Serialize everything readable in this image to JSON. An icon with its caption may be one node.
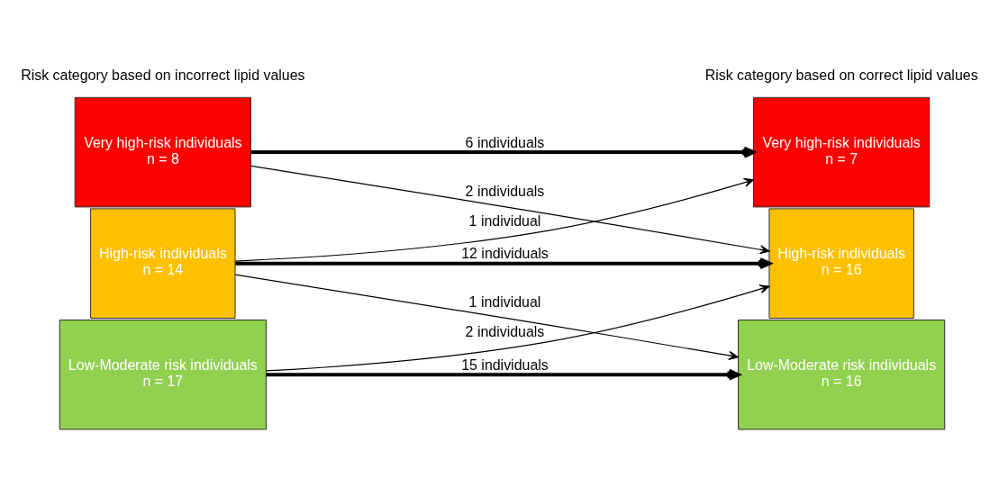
{
  "diagram": {
    "nodes": [
      {
        "text": [
          "Very high-risk individuals",
          "n = 8"
        ]
      },
      {
        "text": [
          "High-risk individuals",
          "n = 14"
        ]
      },
      {
        "text": [
          "Low-Moderate risk individuals",
          "n = 17"
        ]
      },
      {
        "text": [
          "Very high-risk individuals",
          "n = 7"
        ]
      },
      {
        "text": [
          "High-risk individuals",
          "n = 16"
        ]
      },
      {
        "text": [
          "Low-Moderate risk individuals",
          "n = 16"
        ]
      }
    ],
    "edges": [
      {
        "from": 0,
        "to": 3,
        "arrow": "to",
        "label": "6 individuals",
        "style": "thick"
      },
      {
        "from": 0,
        "to": 4,
        "arrow": "to",
        "label": "2 individuals"
      },
      {
        "from": 1,
        "to": 3,
        "arrow": "to",
        "label": "1 individual"
      },
      {
        "from": 1,
        "to": 4,
        "arrow": "to",
        "label": "12 individuals",
        "style": "thick"
      },
      {
        "from": 1,
        "to": 5,
        "arrow": "to",
        "label": "1 individual"
      },
      {
        "from": 2,
        "to": 4,
        "arrow": "to",
        "label": "2 individuals"
      },
      {
        "from": 2,
        "to": 5,
        "arrow": "to",
        "label": "15 individuals",
        "style": "thick"
      }
    ],
    "labels": [
      "Risk category based on incorrect lipid values",
      "Risk category based on correct lipid values"
    ]
  }
}
